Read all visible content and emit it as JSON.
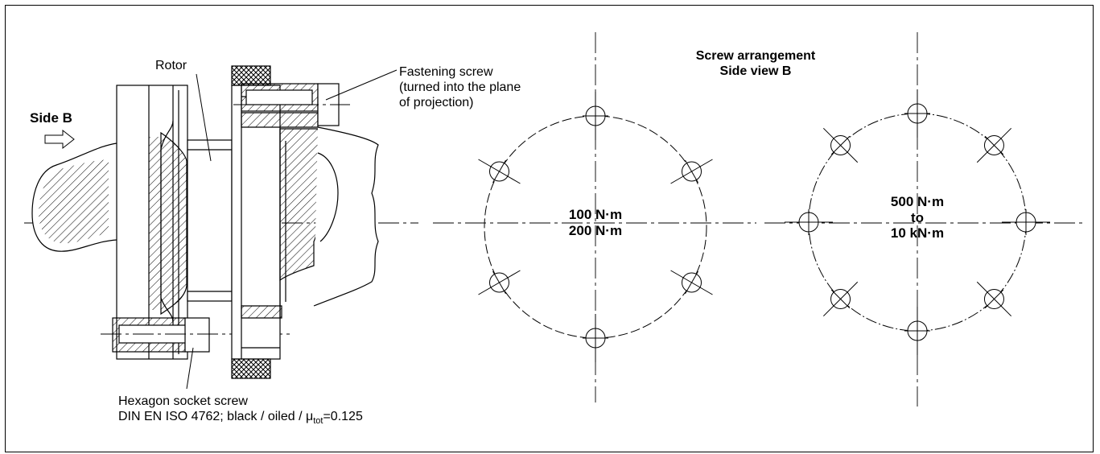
{
  "labels": {
    "rotor": "Rotor",
    "side_b": "Side B",
    "fastening_screw": [
      "Fastening screw",
      "(turned into the plane",
      "of projection)"
    ],
    "hexagon_screw_line1": "Hexagon socket screw",
    "hexagon_screw_line2_prefix": "DIN EN ISO 4762; black / oiled / ",
    "mu_symbol": "μ",
    "mu_subscript": "tot",
    "mu_value": "=0.125",
    "arrangement_title": [
      "Screw arrangement",
      "Side view B"
    ]
  },
  "patterns": [
    {
      "torque_lines": [
        "100 N·m",
        "200 N·m"
      ],
      "screw_count": 6
    },
    {
      "torque_lines": [
        "500 N·m",
        "to",
        "10 kN·m"
      ],
      "screw_count": 8
    }
  ],
  "colors": {
    "line": "#000000",
    "background": "#ffffff"
  }
}
